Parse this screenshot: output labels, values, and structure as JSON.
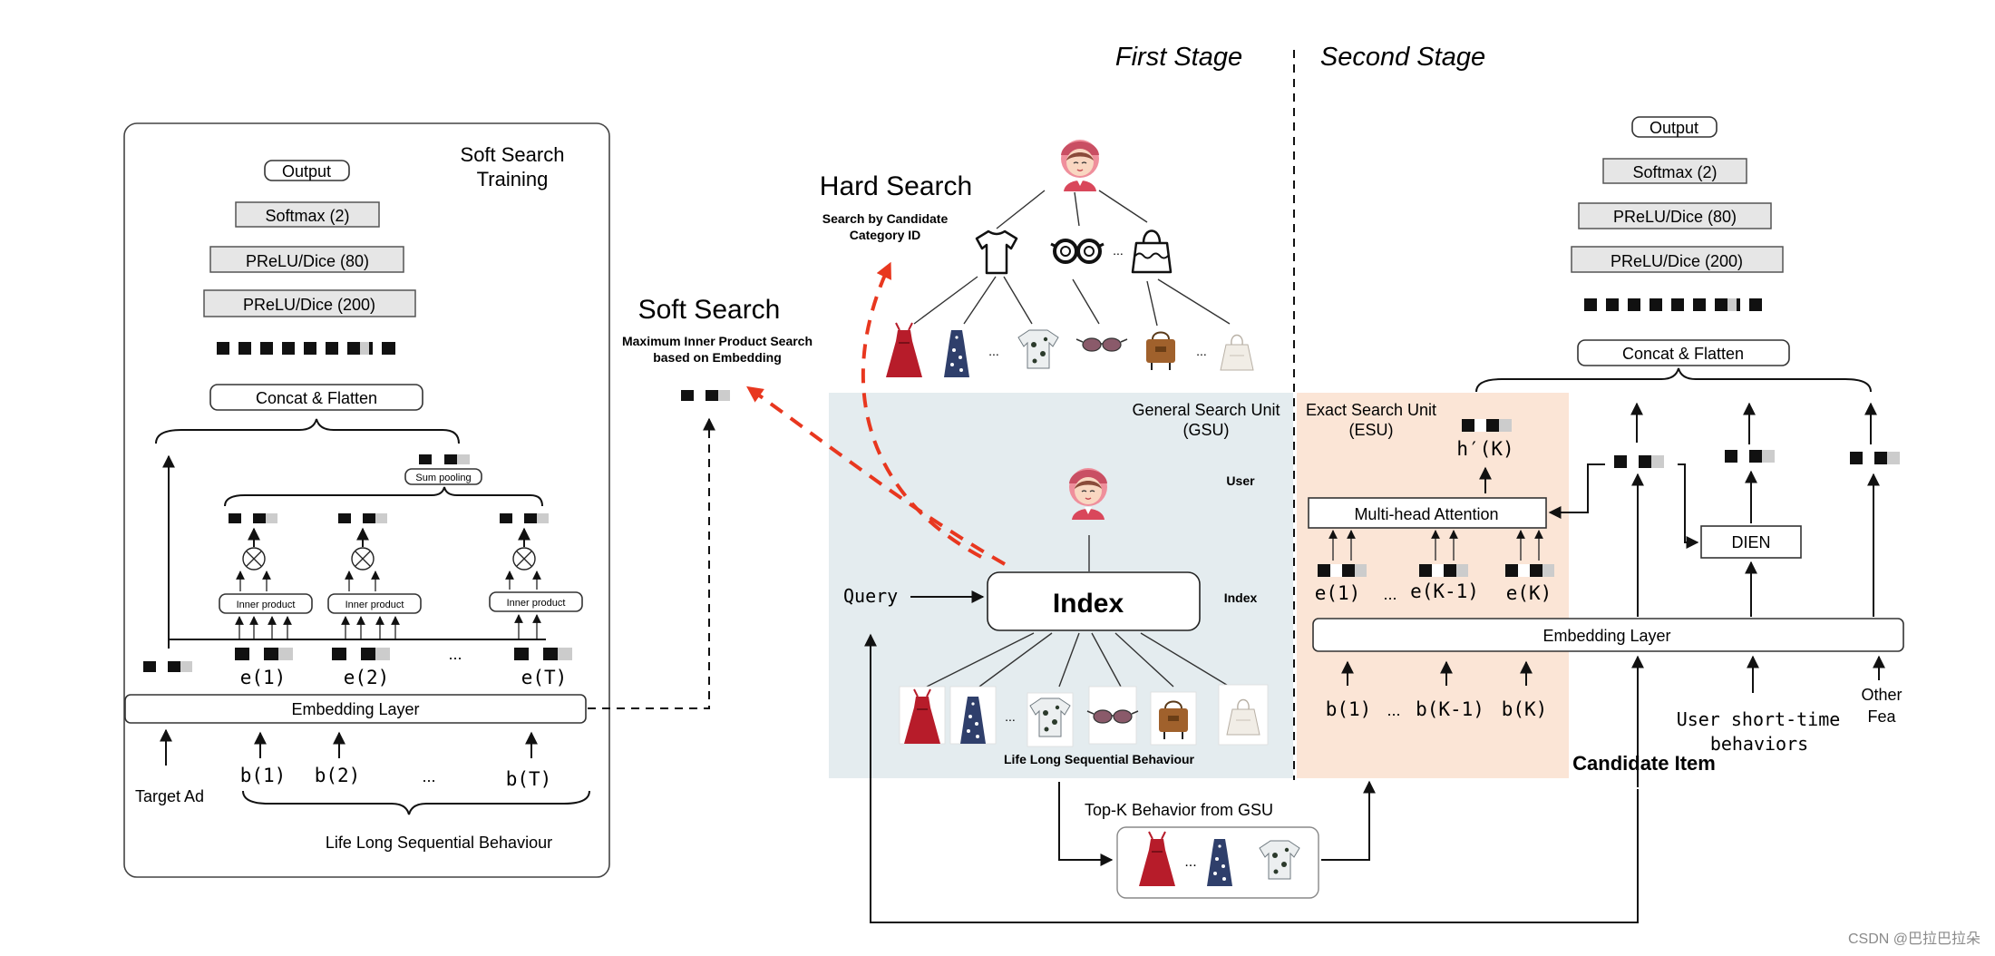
{
  "stages": {
    "first": "First Stage",
    "second": "Second Stage"
  },
  "soft_training": {
    "title_line1": "Soft Search",
    "title_line2": "Training",
    "output": "Output",
    "softmax": "Softmax (2)",
    "prelu80": "PReLU/Dice (80)",
    "prelu200": "PReLU/Dice (200)",
    "concat": "Concat & Flatten",
    "sum_pooling": "Sum pooling",
    "inner_product": "Inner product",
    "e1": "e(1)",
    "e2": "e(2)",
    "eT": "e(T)",
    "ellipsis": "...",
    "embedding": "Embedding Layer",
    "target_ad": "Target Ad",
    "b1": "b(1)",
    "b2": "b(2)",
    "bT": "b(T)",
    "behaviour": "Life Long Sequential Behaviour"
  },
  "soft_search": {
    "title": "Soft Search",
    "sub1": "Maximum Inner Product Search",
    "sub2": "based on Embedding"
  },
  "hard_search": {
    "title": "Hard Search",
    "sub1": "Search by Candidate",
    "sub2": "Category ID",
    "ellipsis": "..."
  },
  "gsu": {
    "title1": "General Search Unit",
    "title2": "(GSU)",
    "user": "User",
    "index_label": "Index",
    "index_box": "Index",
    "query": "Query",
    "behaviour": "Life Long Sequential Behaviour",
    "ellipsis": "..."
  },
  "esu": {
    "title1": "Exact Search Unit",
    "title2": "(ESU)",
    "hk": "h′(K)",
    "attention": "Multi-head Attention",
    "e1": "e(1)",
    "eK1": "e(K-1)",
    "eK": "e(K)",
    "b1": "b(1)",
    "bK1": "b(K-1)",
    "bK": "b(K)",
    "ellipsis": "..."
  },
  "second": {
    "output": "Output",
    "softmax": "Softmax (2)",
    "prelu80": "PReLU/Dice (80)",
    "prelu200": "PReLU/Dice (200)",
    "concat": "Concat & Flatten",
    "dien": "DIEN",
    "embedding": "Embedding Layer",
    "short_time_1": "User short-time",
    "short_time_2": "behaviors",
    "other_1": "Other",
    "other_2": "Fea",
    "candidate": "Candidate Item"
  },
  "topk": {
    "label": "Top-K Behavior from GSU",
    "ellipsis": "..."
  },
  "watermark": "CSDN @巴拉巴拉朵",
  "colors": {
    "gsu_bg": "#e4ecef",
    "esu_bg": "#fbe5d6",
    "red_arrow": "#e8371f",
    "dress_red": "#b71c2a",
    "dress_navy": "#2f3f6b"
  }
}
